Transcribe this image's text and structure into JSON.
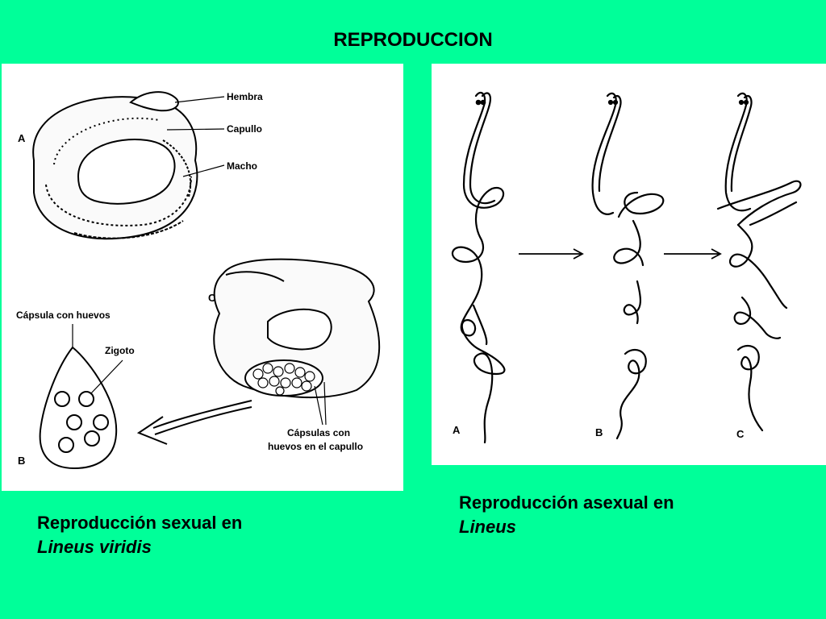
{
  "slide": {
    "title": "REPRODUCCION"
  },
  "left_panel": {
    "labels": {
      "hembra": "Hembra",
      "capullo": "Capullo",
      "macho": "Macho",
      "capsula_con_huevos": "Cápsula con huevos",
      "zigoto": "Zigoto",
      "capsulas_line1": "Cápsulas con",
      "capsulas_line2": "huevos en el capullo",
      "letter_a": "A",
      "letter_b": "B",
      "letter_c": "C"
    },
    "caption_line1": "Reproducción sexual en",
    "caption_line2": "Lineus viridis"
  },
  "right_panel": {
    "labels": {
      "letter_a": "A",
      "letter_b": "B",
      "letter_c": "C"
    },
    "caption_line1": "Reproducción asexual en",
    "caption_line2": "Lineus"
  },
  "colors": {
    "background": "#00FF99",
    "panel": "#FFFFFF",
    "ink": "#000000"
  }
}
